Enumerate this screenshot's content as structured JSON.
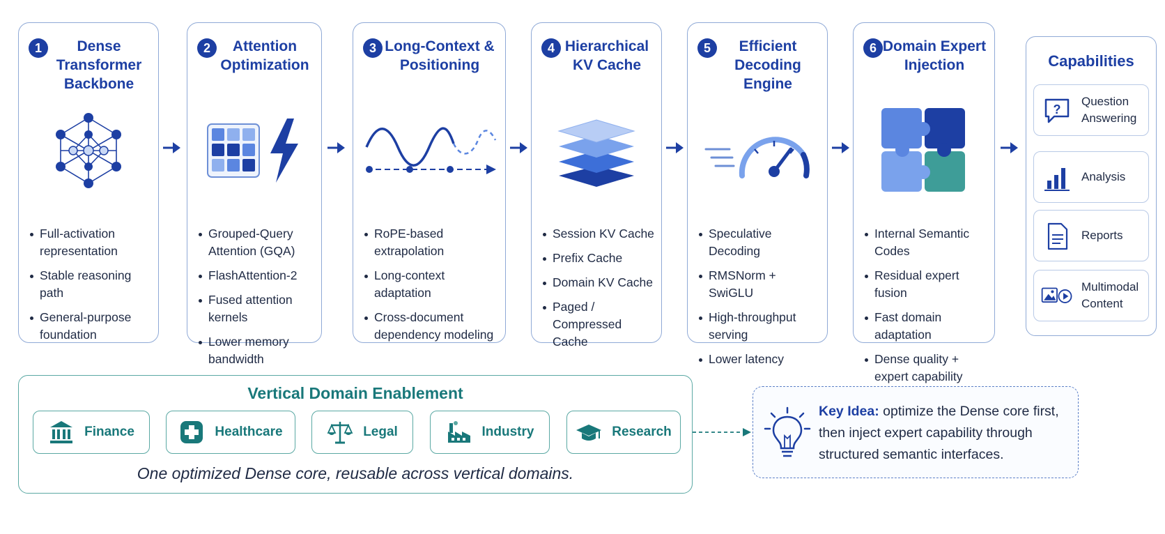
{
  "stages": [
    {
      "number": "1",
      "title": "Dense\nTransformer\nBackbone",
      "icon": "network-graph-icon",
      "bullets": [
        "Full-activation representation",
        "Stable reasoning path",
        "General-purpose foundation"
      ]
    },
    {
      "number": "2",
      "title": "Attention\nOptimization",
      "icon": "attention-grid-lightning-icon",
      "bullets": [
        "Grouped-Query Attention (GQA)",
        "FlashAttention-2",
        "Fused attention kernels",
        "Lower memory bandwidth"
      ]
    },
    {
      "number": "3",
      "title": "Long-Context &\nPositioning",
      "icon": "wave-position-icon",
      "bullets": [
        "RoPE-based extrapolation",
        "Long-context adaptation",
        "Cross-document dependency modeling"
      ]
    },
    {
      "number": "4",
      "title": "Hierarchical\nKV Cache",
      "icon": "stacked-layers-icon",
      "bullets": [
        "Session KV Cache",
        "Prefix Cache",
        "Domain KV Cache",
        "Paged / Compressed Cache"
      ]
    },
    {
      "number": "5",
      "title": "Efficient\nDecoding Engine",
      "icon": "speedometer-icon",
      "bullets": [
        "Speculative Decoding",
        "RMSNorm + SwiGLU",
        "High-throughput serving",
        "Lower latency"
      ]
    },
    {
      "number": "6",
      "title": "Domain Expert\nInjection",
      "icon": "puzzle-icon",
      "bullets": [
        "Internal Semantic Codes",
        "Residual expert fusion",
        "Fast domain adaptation",
        "Dense quality + expert capability"
      ]
    }
  ],
  "capabilities": {
    "title": "Capabilities",
    "items": [
      {
        "label": "Question\nAnswering",
        "icon": "question-bubble-icon"
      },
      {
        "label": "Analysis",
        "icon": "bar-chart-icon"
      },
      {
        "label": "Reports",
        "icon": "document-icon"
      },
      {
        "label": "Multimodal\nContent",
        "icon": "image-play-icon"
      }
    ]
  },
  "vertical": {
    "title": "Vertical Domain Enablement",
    "domains": [
      {
        "label": "Finance",
        "icon": "bank-icon"
      },
      {
        "label": "Healthcare",
        "icon": "medical-cross-icon"
      },
      {
        "label": "Legal",
        "icon": "scales-icon"
      },
      {
        "label": "Industry",
        "icon": "factory-icon"
      },
      {
        "label": "Research",
        "icon": "graduation-cap-icon"
      }
    ],
    "caption": "One optimized Dense core, reusable across vertical domains."
  },
  "key_idea": {
    "label": "Key Idea:",
    "text": "optimize the Dense core first, then inject expert capability through structured semantic interfaces."
  },
  "colors": {
    "primary": "#1d3fa3",
    "teal": "#19787a",
    "border": "#8fa9d6"
  }
}
